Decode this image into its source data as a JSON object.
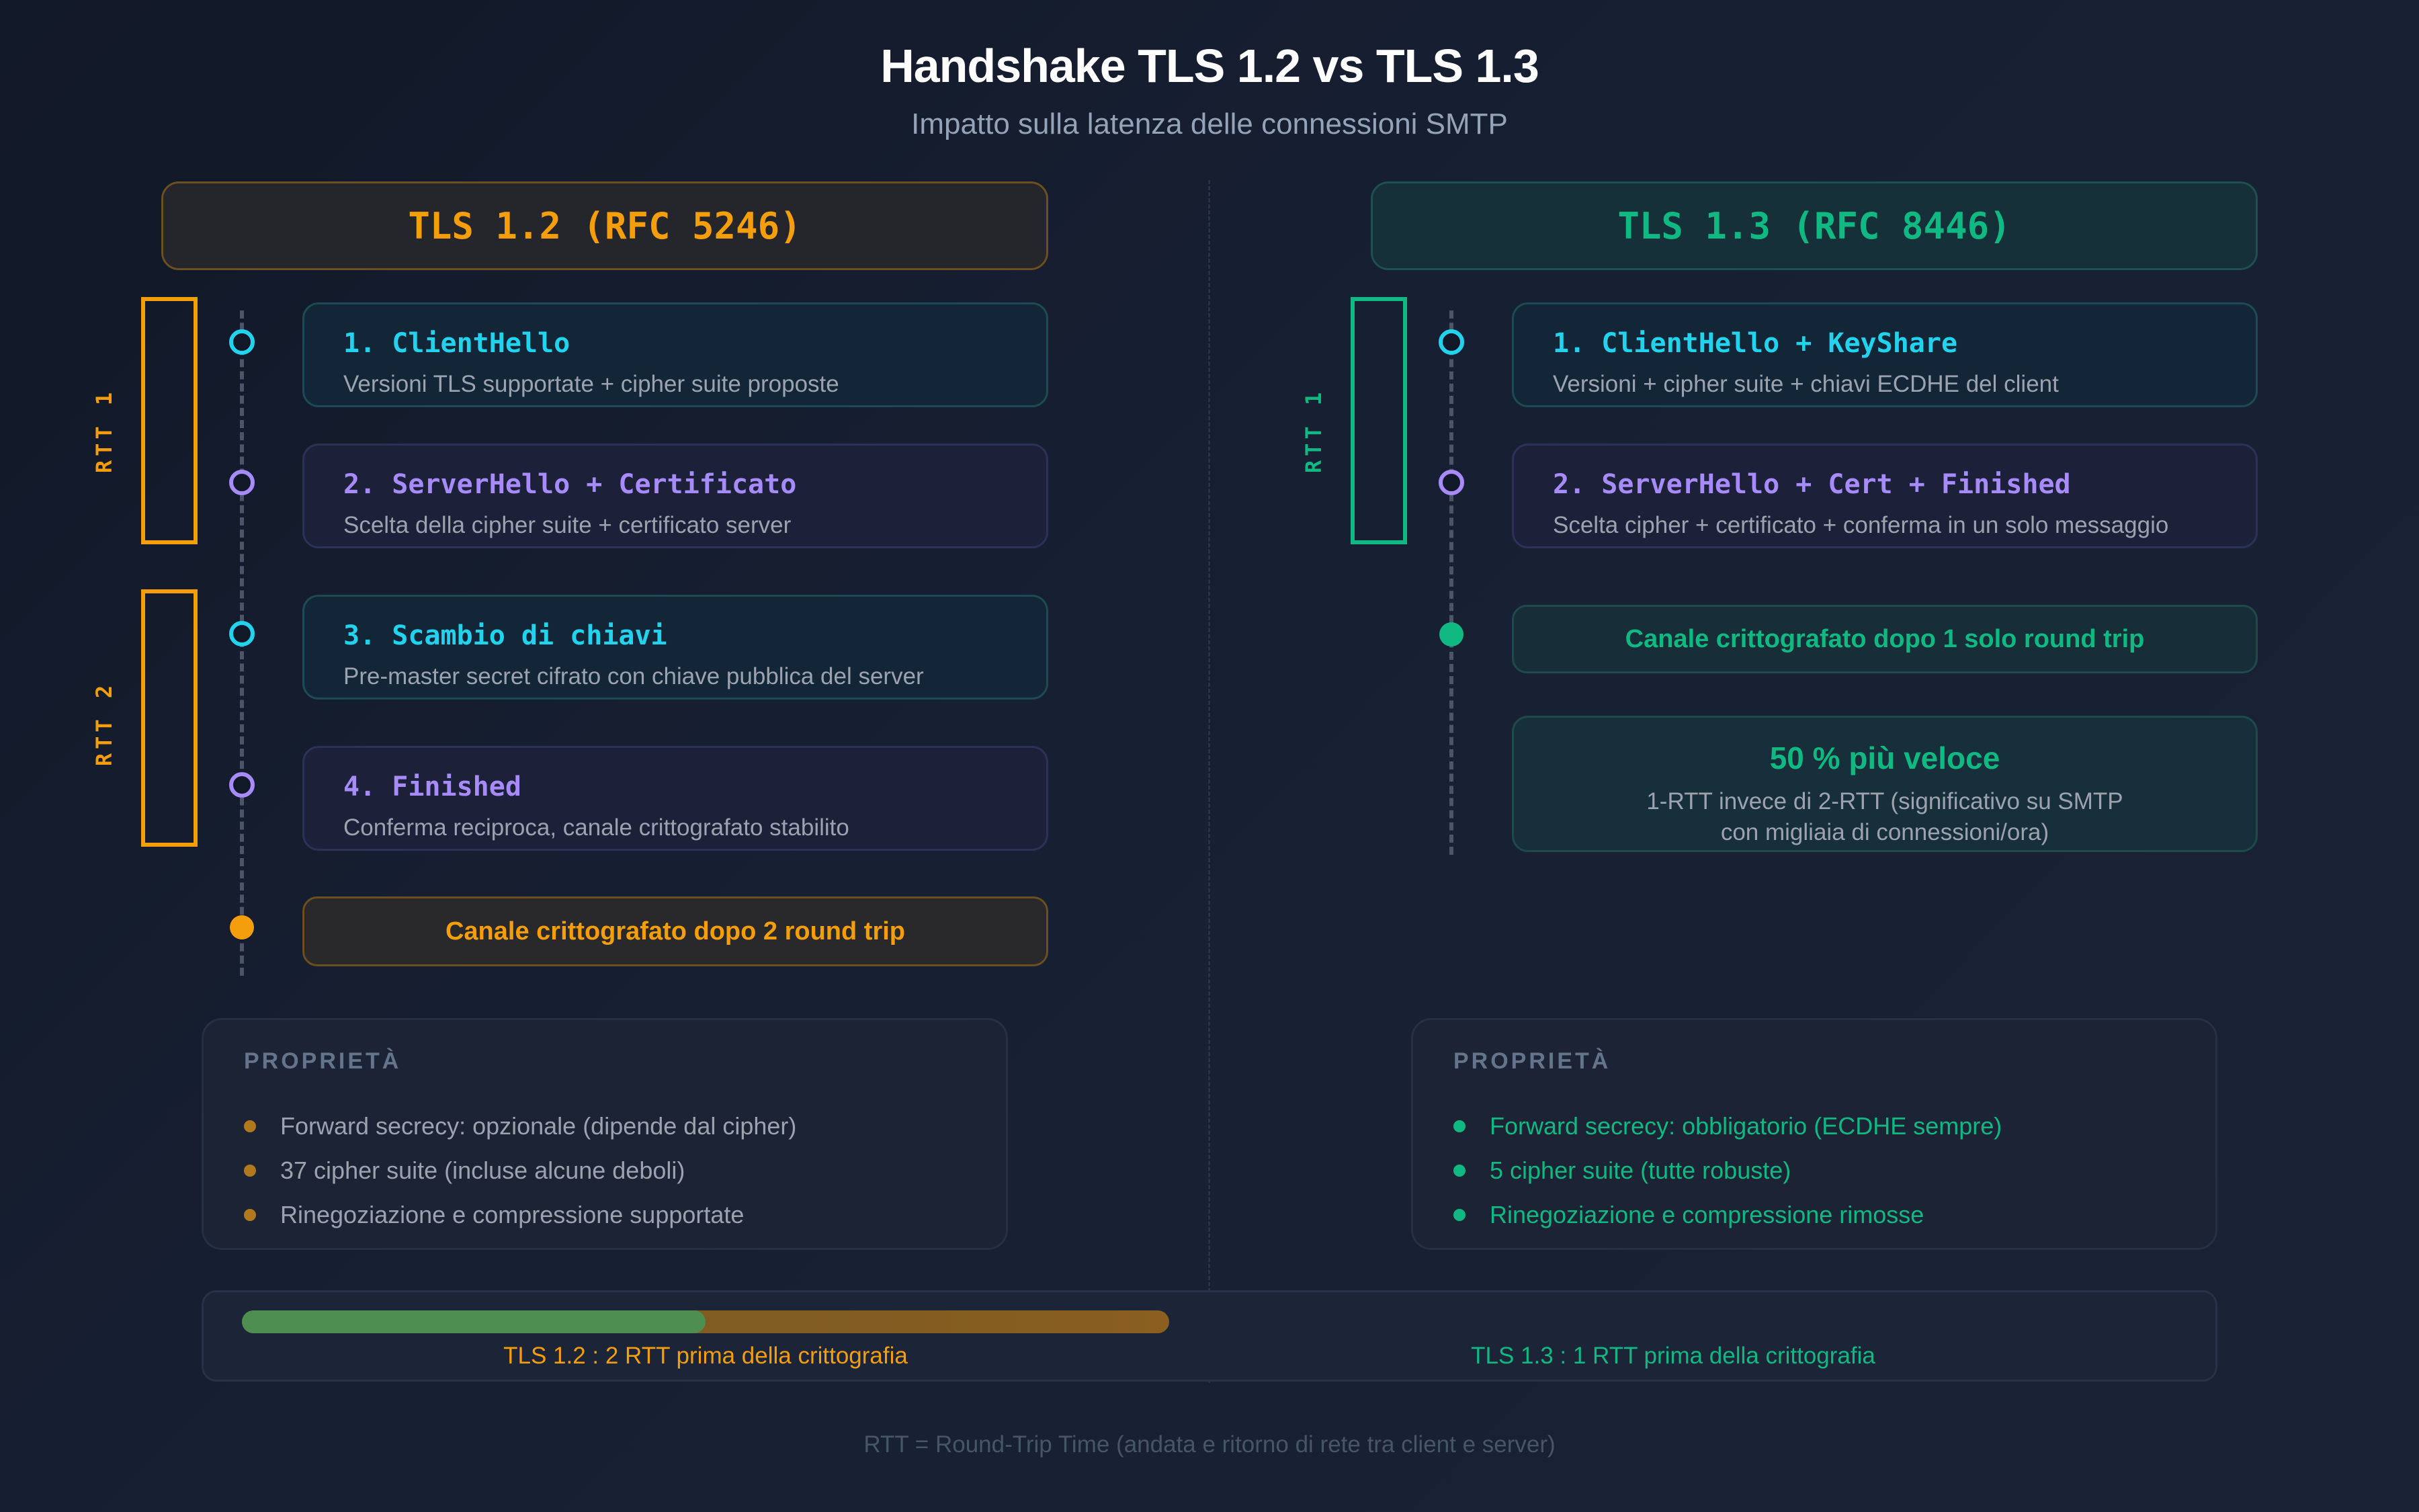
{
  "header": {
    "title": "Handshake TLS 1.2 vs TLS 1.3",
    "subtitle": "Impatto sulla latenza delle connessioni SMTP"
  },
  "colors": {
    "tls12_accent": "#f59e0b",
    "tls13_accent": "#10b981",
    "client_step": "#22d3ee",
    "server_step": "#a78bfa",
    "background": "#151d2e"
  },
  "tls12": {
    "header": "TLS 1.2 (RFC 5246)",
    "rtt_labels": [
      "RTT 1",
      "RTT 2"
    ],
    "steps": [
      {
        "title": "1. ClientHello",
        "desc": "Versioni TLS supportate + cipher suite proposte",
        "role": "client"
      },
      {
        "title": "2. ServerHello + Certificato",
        "desc": "Scelta della cipher suite + certificato server",
        "role": "server"
      },
      {
        "title": "3. Scambio di chiavi",
        "desc": "Pre-master secret cifrato con chiave pubblica del server",
        "role": "client"
      },
      {
        "title": "4. Finished",
        "desc": "Conferma reciproca, canale crittografato stabilito",
        "role": "server"
      }
    ],
    "result": "Canale crittografato dopo 2 round trip",
    "properties": {
      "heading": "PROPRIETÀ",
      "items": [
        "Forward secrecy: opzionale (dipende dal cipher)",
        "37 cipher suite (incluse alcune deboli)",
        "Rinegoziazione e compressione supportate"
      ]
    }
  },
  "tls13": {
    "header": "TLS 1.3 (RFC 8446)",
    "rtt_labels": [
      "RTT 1"
    ],
    "steps": [
      {
        "title": "1. ClientHello + KeyShare",
        "desc": "Versioni + cipher suite + chiavi ECDHE del client",
        "role": "client"
      },
      {
        "title": "2. ServerHello + Cert + Finished",
        "desc": "Scelta cipher + certificato + conferma in un solo messaggio",
        "role": "server"
      }
    ],
    "result": "Canale crittografato dopo 1 solo round trip",
    "speedup": {
      "title": "50 % più veloce",
      "desc_line1": "1-RTT invece di 2-RTT (significativo su SMTP",
      "desc_line2": "con migliaia di connessioni/ora)"
    },
    "properties": {
      "heading": "PROPRIETÀ",
      "items": [
        "Forward secrecy: obbligatorio (ECDHE sempre)",
        "5 cipher suite (tutte robuste)",
        "Rinegoziazione e compressione rimosse"
      ]
    }
  },
  "comparison_bar": {
    "tls12_label": "TLS 1.2 : 2 RTT prima della crittografia",
    "tls13_label": "TLS 1.3 : 1 RTT prima della crittografia",
    "tls12_rtt": 2,
    "tls13_rtt": 1,
    "fill_percent": 50
  },
  "footer": "RTT = Round-Trip Time (andata e ritorno di rete tra client e server)"
}
